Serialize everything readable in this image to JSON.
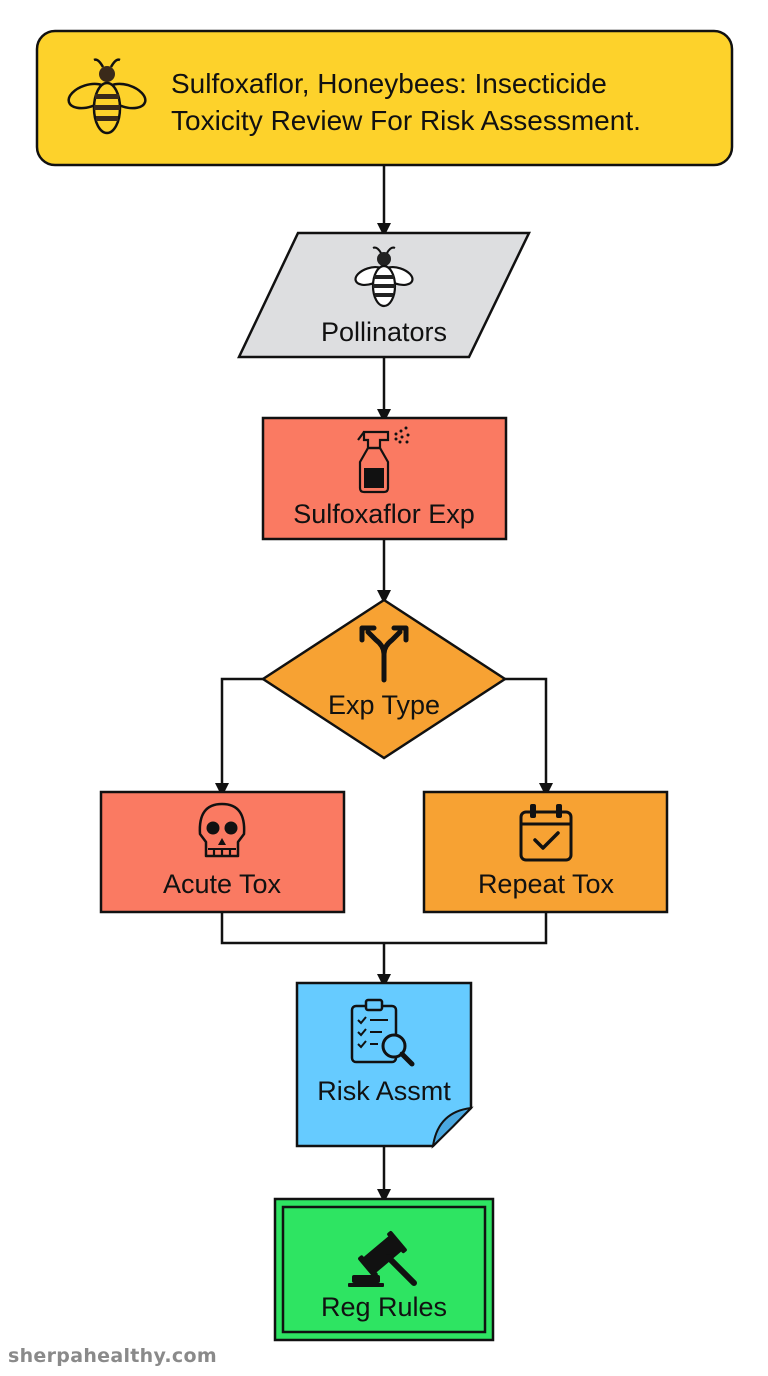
{
  "title": {
    "line1": "Sulfoxaflor, Honeybees: Insecticide",
    "line2": "Toxicity Review For Risk Assessment.",
    "icon": "bee-icon"
  },
  "nodes": {
    "pollinators": {
      "label": "Pollinators",
      "icon": "bee-icon"
    },
    "exposure": {
      "label": "Sulfoxaflor Exp",
      "icon": "spray-bottle-icon"
    },
    "exp_type": {
      "label": "Exp Type",
      "icon": "split-arrow-icon"
    },
    "acute": {
      "label": "Acute Tox",
      "icon": "skull-icon"
    },
    "repeat": {
      "label": "Repeat Tox",
      "icon": "calendar-check-icon"
    },
    "risk": {
      "label": "Risk Assmt",
      "icon": "clipboard-search-icon"
    },
    "rules": {
      "label": "Reg Rules",
      "icon": "gavel-icon"
    }
  },
  "colors": {
    "title": "#FDD22B",
    "pollinators": "#DDDEE0",
    "exposure": "#FA7A62",
    "exp_type": "#F7A233",
    "acute": "#FA7A62",
    "repeat": "#F7A233",
    "risk": "#66CBFF",
    "rules": "#2EE462"
  },
  "watermark": "sherpahealthy.com"
}
